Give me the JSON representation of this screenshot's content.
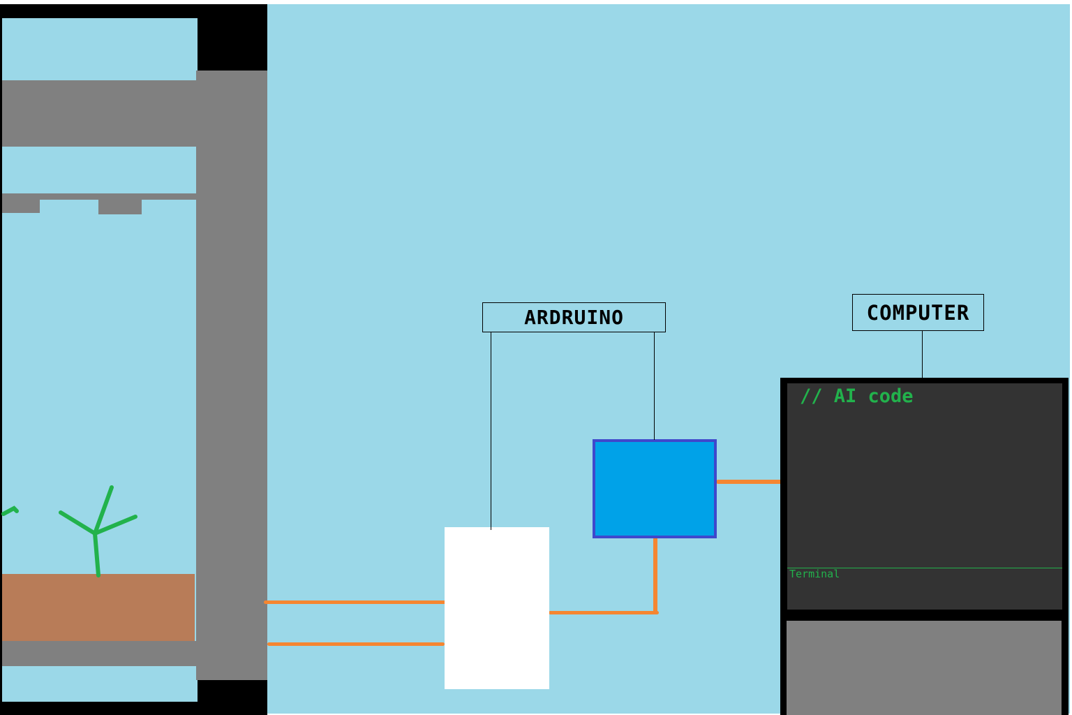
{
  "labels": {
    "arduino": "ARDRUINO",
    "computer": "COMPUTER"
  },
  "computer_screen": {
    "code_comment": "// AI code",
    "terminal_label": "Terminal"
  },
  "colors": {
    "sky": "#9bd8e8",
    "wire": "#f58631",
    "greenhouse_frame": "#808080",
    "soil": "#b87c58",
    "plant": "#22b24c",
    "relay_module_fill": "#00a2e8",
    "relay_module_border": "#3f48cc",
    "arduino_board": "#ffffff",
    "monitor_screen": "#333333",
    "monitor_base": "#808080",
    "terminal_text": "#22b24c"
  }
}
